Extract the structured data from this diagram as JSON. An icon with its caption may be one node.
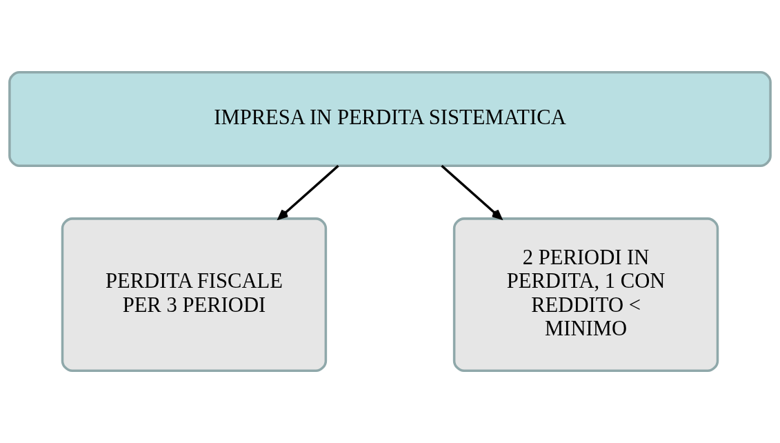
{
  "diagram": {
    "nodes": [
      {
        "text": [
          "IMPRESA IN PERDITA SISTEMATICA"
        ]
      },
      {
        "text": [
          "PERDITA FISCALE PER 3 PERIODI"
        ]
      },
      {
        "text": [
          "2 PERIODI IN PERDITA, 1 CON REDDITO < MINIMO"
        ]
      }
    ],
    "edges": [
      {
        "from": 0,
        "to": 1,
        "arrow": "to"
      },
      {
        "from": 0,
        "to": 2,
        "arrow": "to"
      }
    ]
  }
}
